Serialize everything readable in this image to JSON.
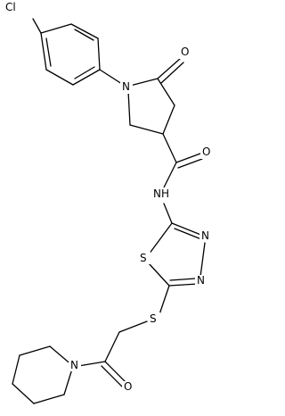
{
  "molecule": {
    "atoms": [
      {
        "id": "Cl",
        "label": "Cl"
      },
      {
        "id": "O_lactam",
        "label": "O"
      },
      {
        "id": "N_lactam",
        "label": "N"
      },
      {
        "id": "O_amide",
        "label": "O"
      },
      {
        "id": "N_amide",
        "label": "NH"
      },
      {
        "id": "N_td3",
        "label": "N"
      },
      {
        "id": "N_td4",
        "label": "N"
      },
      {
        "id": "S_ring",
        "label": "S"
      },
      {
        "id": "S_thio",
        "label": "S"
      },
      {
        "id": "O_ketone",
        "label": "O"
      },
      {
        "id": "N_pip",
        "label": "N"
      }
    ]
  }
}
